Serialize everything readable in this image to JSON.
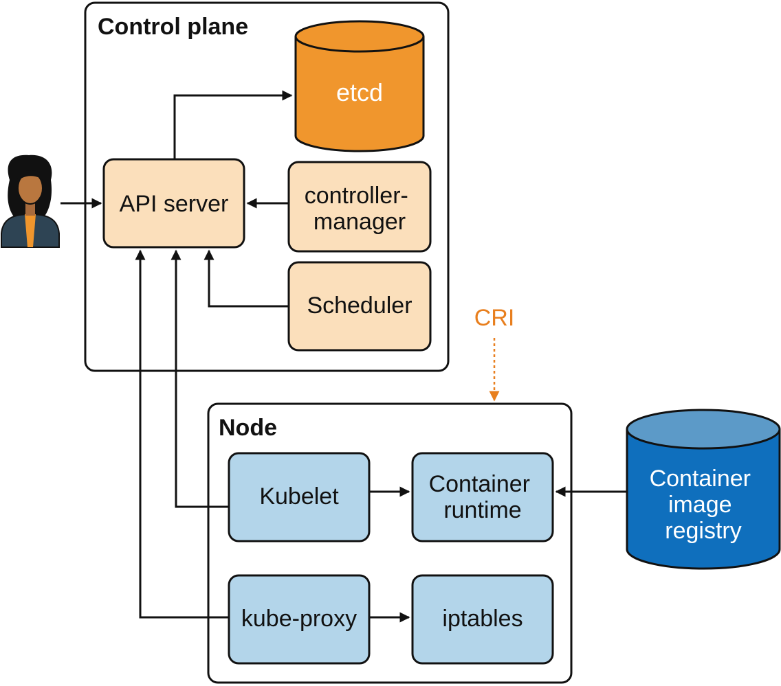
{
  "control_plane": {
    "title": "Control plane",
    "etcd": "etcd",
    "api_server": "API server",
    "controller_manager": [
      "controller-",
      "manager"
    ],
    "scheduler": "Scheduler"
  },
  "cri_label": "CRI",
  "node": {
    "title": "Node",
    "kubelet": "Kubelet",
    "container_runtime": [
      "Container",
      "runtime"
    ],
    "kube_proxy": "kube-proxy",
    "iptables": "iptables"
  },
  "registry": [
    "Container",
    "image",
    "registry"
  ],
  "colors": {
    "control_plane_box": "#fbdfbb",
    "node_box": "#b3d5ea",
    "etcd": "#f0962d",
    "registry": "#0f6fbd",
    "cri": "#e87f1e",
    "outline": "#111111"
  },
  "icons": {
    "user": "user-icon"
  }
}
